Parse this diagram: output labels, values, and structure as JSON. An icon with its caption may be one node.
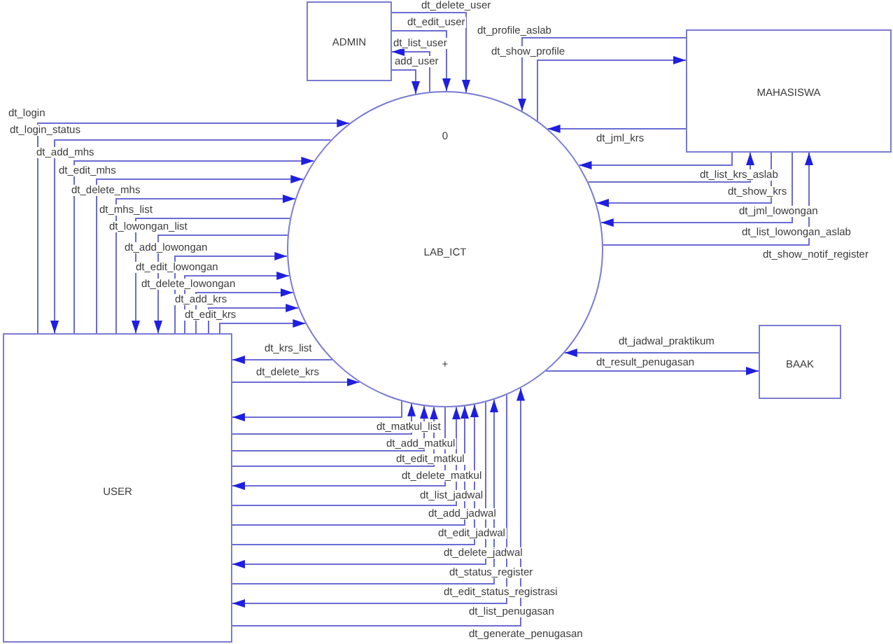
{
  "diagram": {
    "nodes": [
      {
        "text": [
          "ADMIN"
        ]
      },
      {
        "text": [
          "MAHASISWA"
        ]
      },
      {
        "text": [
          "0",
          "LAB_ICT",
          "+"
        ]
      },
      {
        "text": [
          "BAAK"
        ]
      },
      {
        "text": [
          "USER"
        ]
      }
    ],
    "edges": [
      {
        "from": 0,
        "to": 2,
        "arrow": "to",
        "label": "dt_delete_user"
      },
      {
        "from": 0,
        "to": 2,
        "arrow": "to",
        "label": "dt_edit_user"
      },
      {
        "from": 2,
        "to": 0,
        "arrow": "to",
        "label": "dt_list_user"
      },
      {
        "from": 0,
        "to": 2,
        "arrow": "to",
        "label": "add_user"
      },
      {
        "from": 1,
        "to": 2,
        "arrow": "to",
        "label": "dt_profile_aslab"
      },
      {
        "from": 2,
        "to": 1,
        "arrow": "to",
        "label": "dt_show_profile"
      },
      {
        "from": 1,
        "to": 2,
        "arrow": "to",
        "label": "dt_jml_krs"
      },
      {
        "from": 1,
        "to": 2,
        "arrow": "to",
        "label": "dt_list_krs_aslab"
      },
      {
        "from": 2,
        "to": 1,
        "arrow": "to",
        "label": "dt_show_krs"
      },
      {
        "from": 1,
        "to": 2,
        "arrow": "to",
        "label": "dt_jml_lowongan"
      },
      {
        "from": 1,
        "to": 2,
        "arrow": "to",
        "label": "dt_list_lowongan_aslab"
      },
      {
        "from": 2,
        "to": 1,
        "arrow": "to",
        "label": "dt_show_notif_register"
      },
      {
        "from": 3,
        "to": 2,
        "arrow": "to",
        "label": "dt_jadwal_praktikum"
      },
      {
        "from": 2,
        "to": 3,
        "arrow": "to",
        "label": "dt_result_penugasan"
      },
      {
        "from": 4,
        "to": 2,
        "arrow": "to",
        "label": "dt_login"
      },
      {
        "from": 2,
        "to": 4,
        "arrow": "to",
        "label": "dt_login_status"
      },
      {
        "from": 4,
        "to": 2,
        "arrow": "to",
        "label": "dt_add_mhs"
      },
      {
        "from": 4,
        "to": 2,
        "arrow": "to",
        "label": "dt_edit_mhs"
      },
      {
        "from": 4,
        "to": 2,
        "arrow": "to",
        "label": "dt_delete_mhs"
      },
      {
        "from": 2,
        "to": 4,
        "arrow": "to",
        "label": "dt_mhs_list"
      },
      {
        "from": 2,
        "to": 4,
        "arrow": "to",
        "label": "dt_lowongan_list"
      },
      {
        "from": 4,
        "to": 2,
        "arrow": "to",
        "label": "dt_add_lowongan"
      },
      {
        "from": 4,
        "to": 2,
        "arrow": "to",
        "label": "dt_edit_lowongan"
      },
      {
        "from": 4,
        "to": 2,
        "arrow": "to",
        "label": "dt_delete_lowongan"
      },
      {
        "from": 4,
        "to": 2,
        "arrow": "to",
        "label": "dt_add_krs"
      },
      {
        "from": 4,
        "to": 2,
        "arrow": "to",
        "label": "dt_edit_krs"
      },
      {
        "from": 2,
        "to": 4,
        "arrow": "to",
        "label": "dt_krs_list"
      },
      {
        "from": 4,
        "to": 2,
        "arrow": "to",
        "label": "dt_delete_krs"
      },
      {
        "from": 2,
        "to": 4,
        "arrow": "to",
        "label": "dt_matkul_list"
      },
      {
        "from": 4,
        "to": 2,
        "arrow": "to",
        "label": "dt_add_matkul"
      },
      {
        "from": 4,
        "to": 2,
        "arrow": "to",
        "label": "dt_edit_matkul"
      },
      {
        "from": 4,
        "to": 2,
        "arrow": "to",
        "label": "dt_delete_matkul"
      },
      {
        "from": 2,
        "to": 4,
        "arrow": "to",
        "label": "dt_list_jadwal"
      },
      {
        "from": 4,
        "to": 2,
        "arrow": "to",
        "label": "dt_add_jadwal"
      },
      {
        "from": 4,
        "to": 2,
        "arrow": "to",
        "label": "dt_edit_jadwal"
      },
      {
        "from": 4,
        "to": 2,
        "arrow": "to",
        "label": "dt_delete_jadwal"
      },
      {
        "from": 2,
        "to": 4,
        "arrow": "to",
        "label": "dt_status_register"
      },
      {
        "from": 4,
        "to": 2,
        "arrow": "to",
        "label": "dt_edit_status_registrasi"
      },
      {
        "from": 2,
        "to": 4,
        "arrow": "to",
        "label": "dt_list_penugasan"
      },
      {
        "from": 4,
        "to": 2,
        "arrow": "to",
        "label": "dt_generate_penugasan"
      }
    ]
  }
}
